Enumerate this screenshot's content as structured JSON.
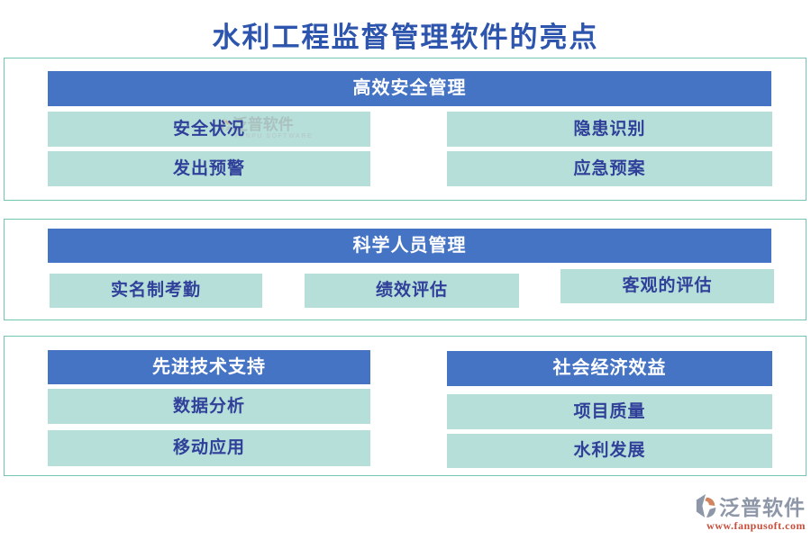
{
  "page": {
    "title": "水利工程监督管理软件的亮点"
  },
  "sections": {
    "safety": {
      "header": "高效安全管理",
      "cells": [
        "安全状况",
        "隐患识别",
        "发出预警",
        "应急预案"
      ]
    },
    "personnel": {
      "header": "科学人员管理",
      "cells": [
        "实名制考勤",
        "绩效评估",
        "客观的评估"
      ]
    },
    "tech": {
      "header": "先进技术支持",
      "cells": [
        "数据分析",
        "移动应用"
      ]
    },
    "benefit": {
      "header": "社会经济效益",
      "cells": [
        "项目质量",
        "水利发展"
      ]
    }
  },
  "watermark": {
    "text": "泛普软件",
    "subtext": "FANPU SOFTWARE"
  },
  "logo": {
    "name": "泛普软件",
    "url": "www.fanpusoft.com"
  },
  "colors": {
    "header_blue": "#4574c5",
    "cell_green": "#b5dfd8",
    "section_border_teal": "#74c4b4",
    "title_blue": "#2d55ad",
    "cell_text_navy": "#30409a",
    "logo_gray": "#8e97a8",
    "logo_url_red": "#c94e3b"
  }
}
